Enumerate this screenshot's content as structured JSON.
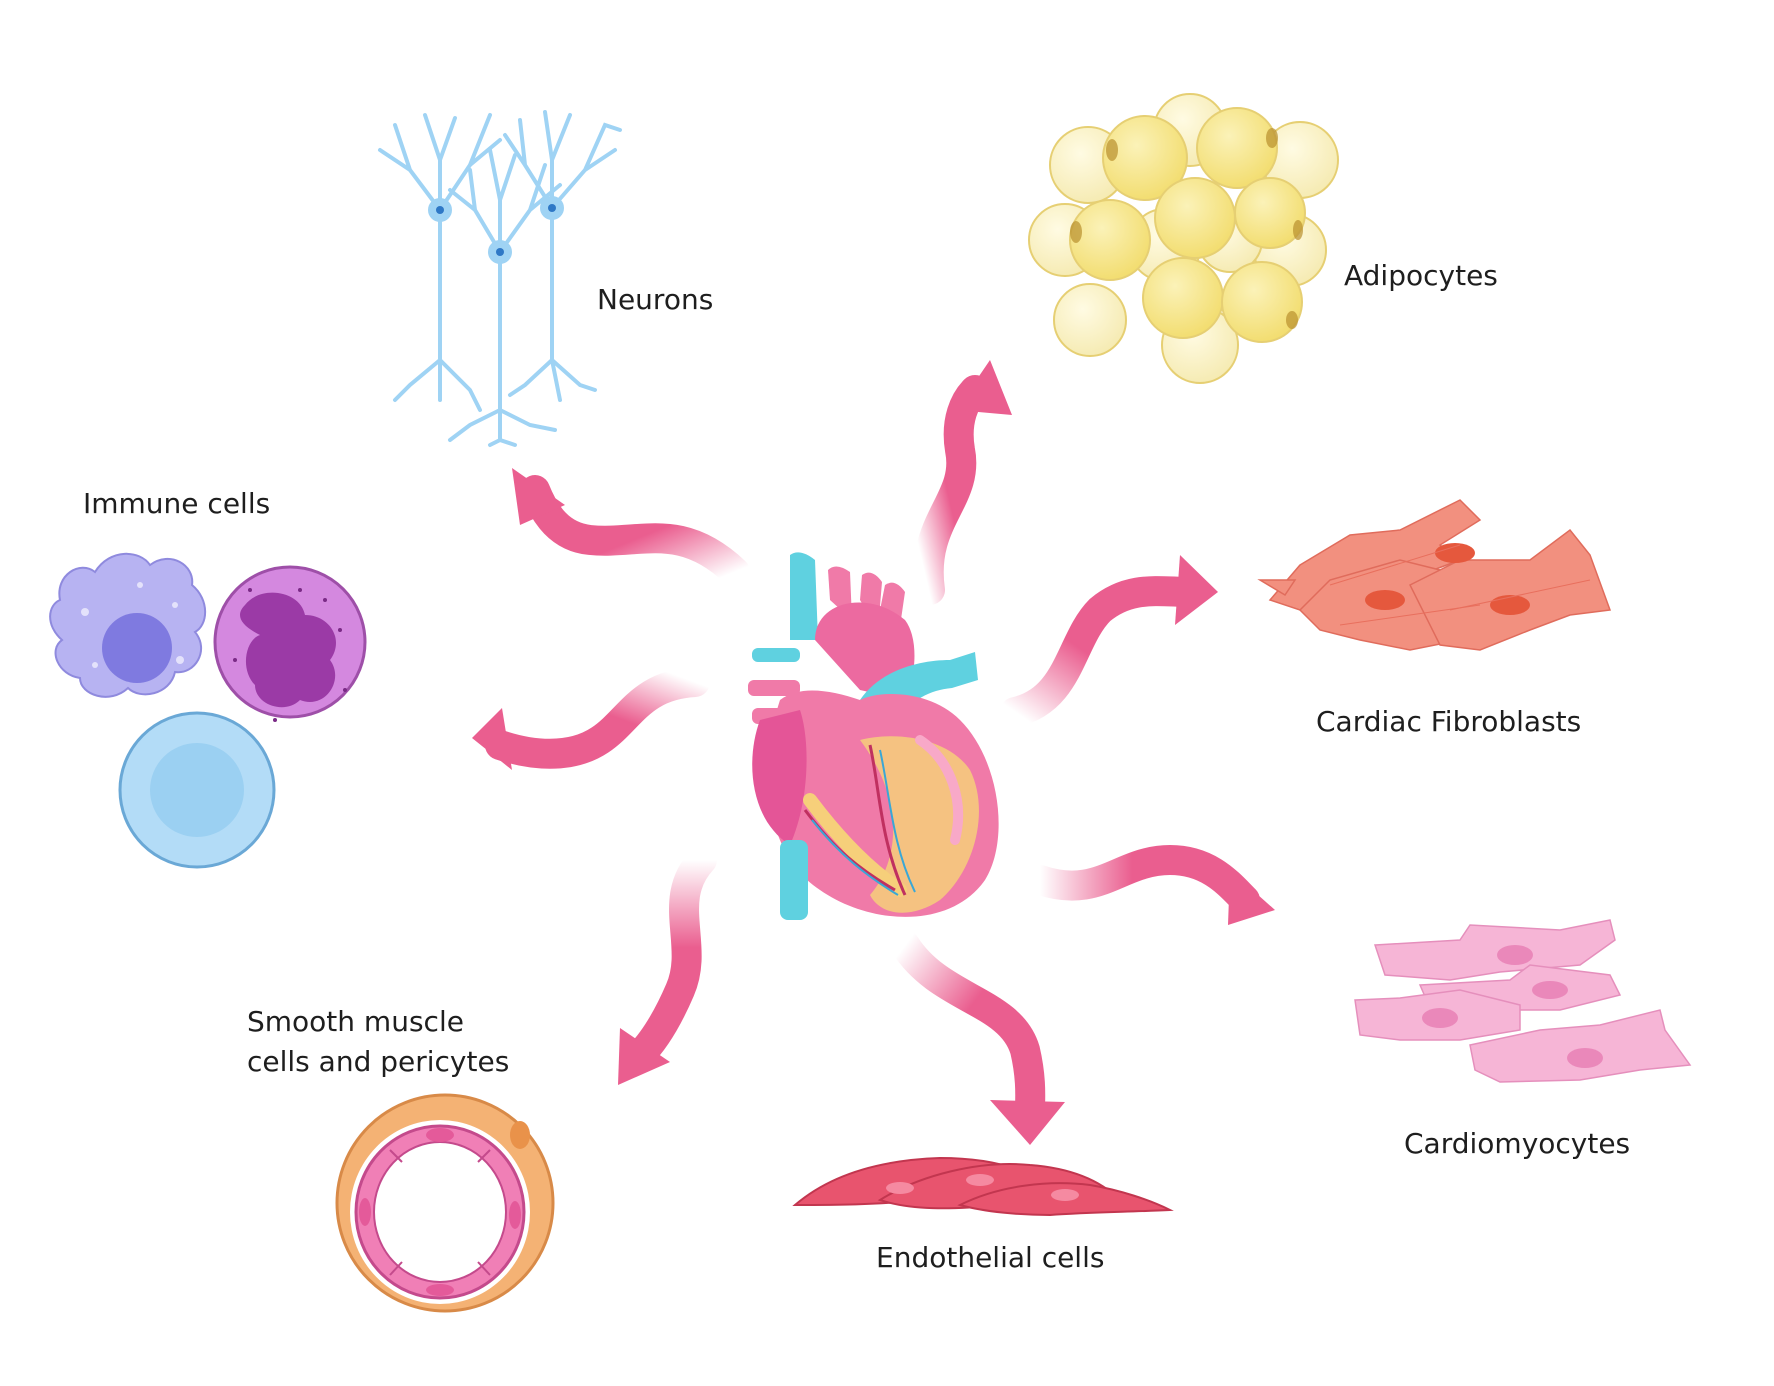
{
  "labels": {
    "neurons": "Neurons",
    "adipocytes": "Adipocytes",
    "immune_cells": "Immune cells",
    "cardiac_fibroblasts": "Cardiac Fibroblasts",
    "smooth_muscle_line1": "Smooth muscle",
    "smooth_muscle_line2": "cells and pericytes",
    "endothelial_cells": "Endothelial cells",
    "cardiomyocytes": "Cardiomyocytes"
  },
  "colors": {
    "arrow": "#ea5e8f",
    "heart_pink": "#f07aa8",
    "heart_vessel_blue": "#5fd1e0",
    "neuron_blue": "#9fd3f4",
    "adipocyte_yellow": "#f6e58a",
    "fibroblast": "#f2907f",
    "cardiomyocyte": "#f6b5d6",
    "endothelial": "#e8546e",
    "immune_lilac": "#b7b3f2",
    "immune_purple": "#c46ad0",
    "immune_blue": "#b3dcf7",
    "smooth_muscle_orange": "#f4b274"
  },
  "icons": [
    "heart-icon",
    "neuron-icon",
    "adipocyte-cluster-icon",
    "immune-cells-icon",
    "fibroblast-icon",
    "cardiomyocyte-icon",
    "endothelial-icon",
    "smooth-muscle-icon"
  ]
}
